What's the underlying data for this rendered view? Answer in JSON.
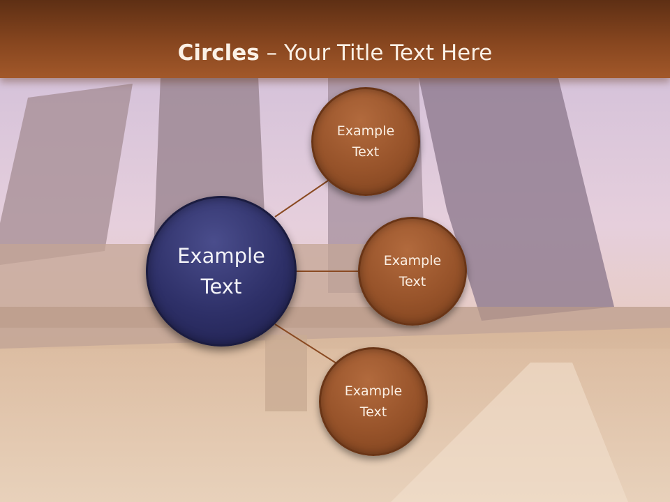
{
  "title": {
    "bold": "Circles",
    "rest": " – Your Title Text Here"
  },
  "diagram": {
    "center": {
      "line1": "Example",
      "line2": "Text"
    },
    "satellites": [
      {
        "line1": "Example",
        "line2": "Text"
      },
      {
        "line1": "Example",
        "line2": "Text"
      },
      {
        "line1": "Example",
        "line2": "Text"
      }
    ]
  },
  "colors": {
    "header": "#87461f",
    "center_circle": "#2e3068",
    "satellite_circle": "#97532a",
    "connector": "#8a4a22"
  }
}
